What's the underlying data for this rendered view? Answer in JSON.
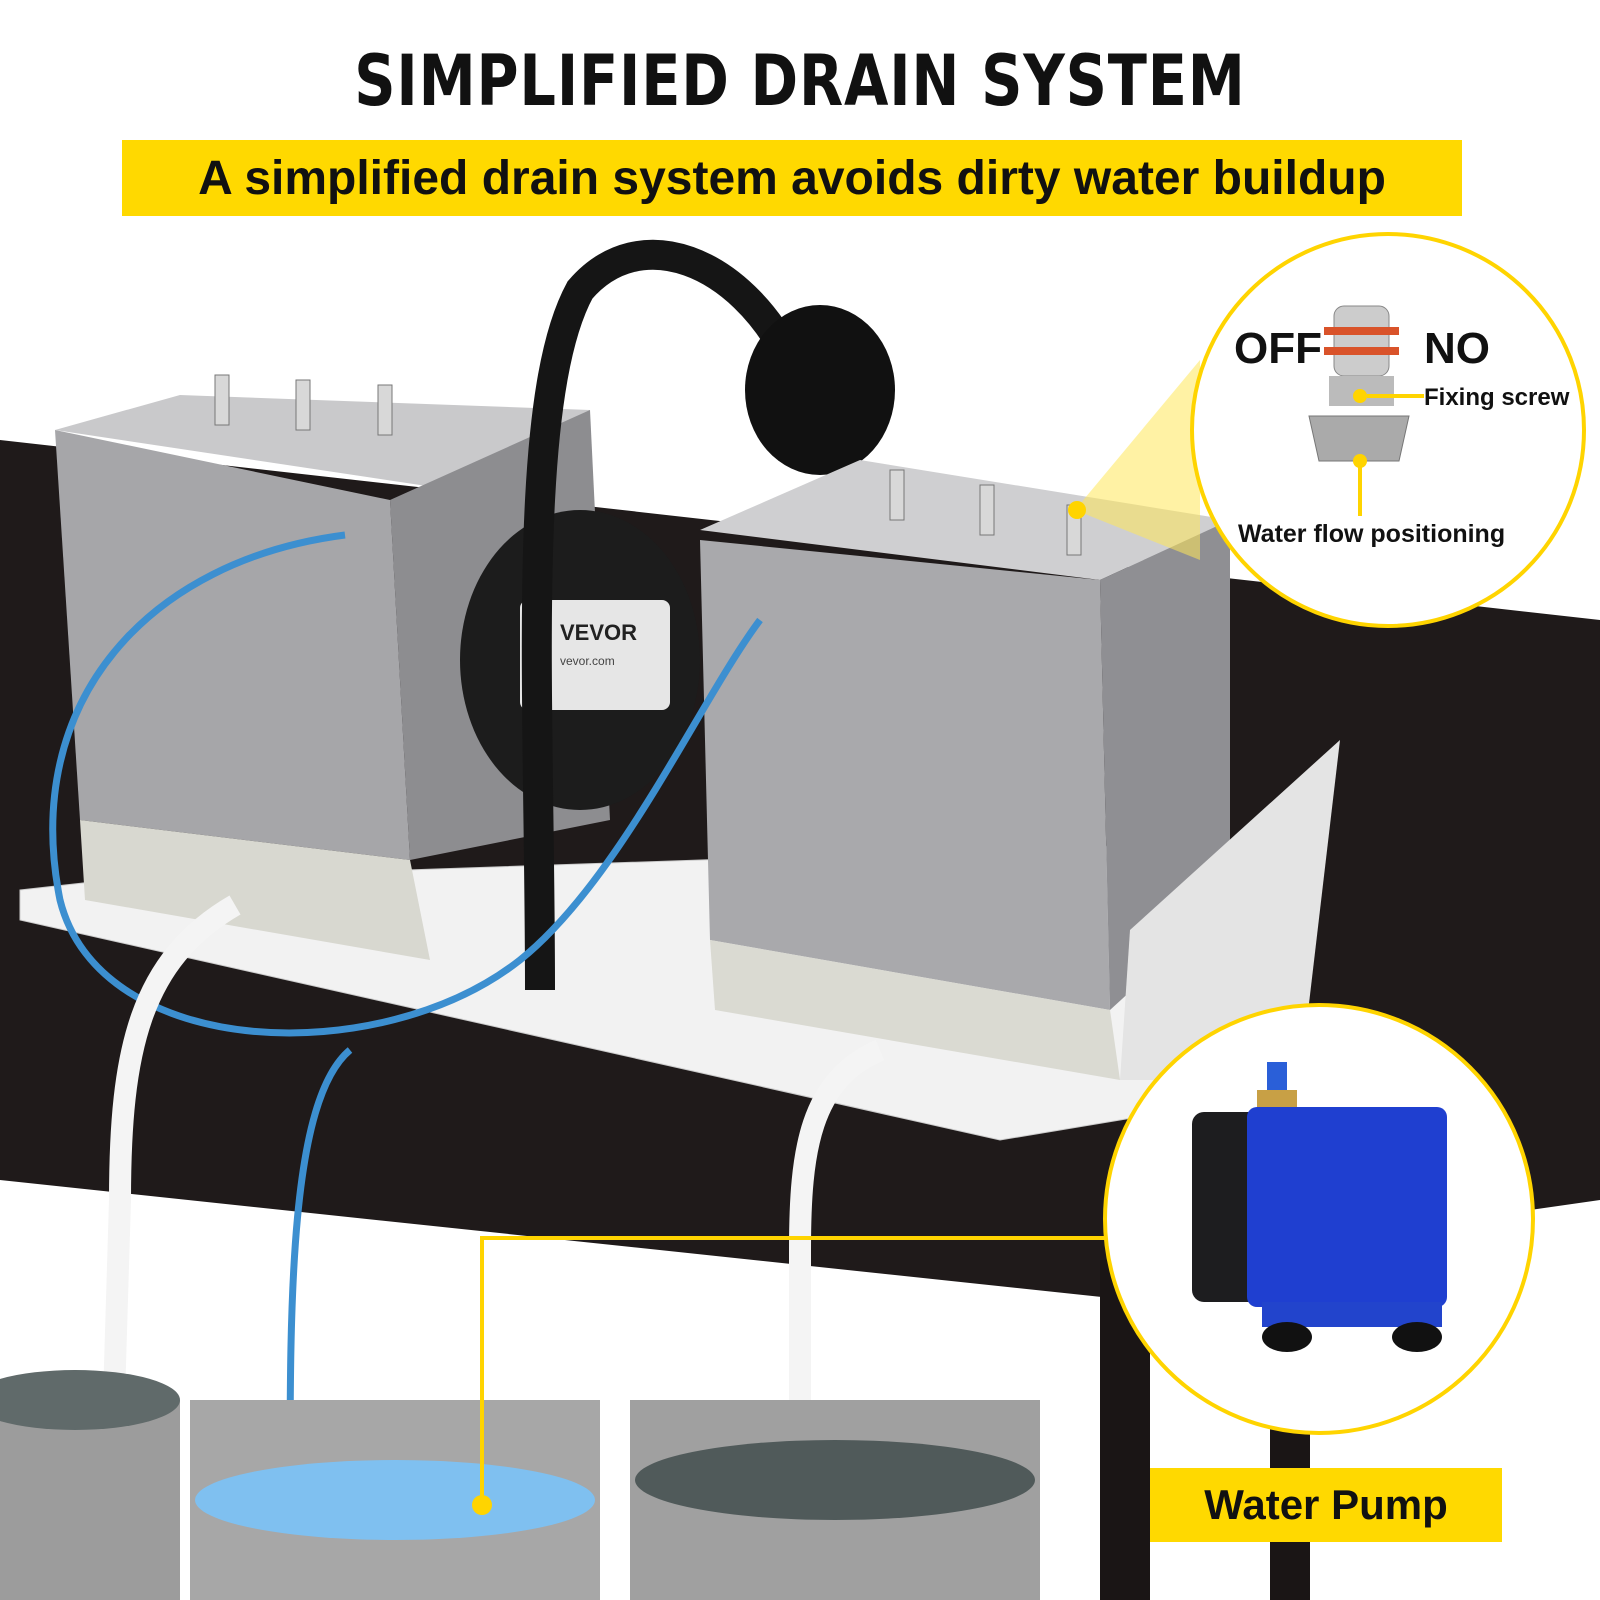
{
  "title": "SIMPLIFIED DRAIN SYSTEM",
  "subtitle": "A simplified drain system avoids dirty water buildup",
  "valve_callout": {
    "off_label": "OFF",
    "on_label": "NO",
    "fixing_screw_label": "Fixing screw",
    "water_flow_label": "Water flow positioning"
  },
  "pump_callout": {
    "label": "Water Pump"
  },
  "motor_logo": {
    "brand": "VEVOR",
    "url": "vevor.com"
  },
  "colors": {
    "accent_yellow": "#ffd900",
    "table": "#1f1a1a",
    "steel": "#a9a9ab",
    "pump_blue": "#1f3fd0",
    "water_blue": "#7fc0f0"
  }
}
